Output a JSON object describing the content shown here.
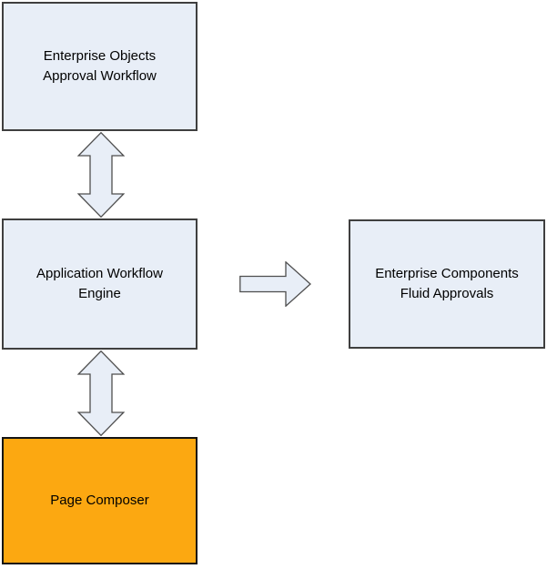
{
  "diagram": {
    "nodes": {
      "enterprise_objects": {
        "lines": [
          "Enterprise Objects",
          "Approval Workflow"
        ],
        "role": "standard"
      },
      "application_workflow": {
        "lines": [
          "Application Workflow",
          "Engine"
        ],
        "role": "standard"
      },
      "page_composer": {
        "lines": [
          "Page Composer"
        ],
        "role": "highlighted"
      },
      "enterprise_components": {
        "lines": [
          "Enterprise Components",
          "Fluid Approvals"
        ],
        "role": "standard"
      }
    },
    "connections": [
      {
        "from": "enterprise_objects",
        "to": "application_workflow",
        "style": "double-headed-vertical"
      },
      {
        "from": "application_workflow",
        "to": "page_composer",
        "style": "double-headed-vertical"
      },
      {
        "from": "application_workflow",
        "to": "enterprise_components",
        "style": "single-headed-right"
      }
    ]
  },
  "colors": {
    "background": "#FFFFFF",
    "node_fill": "#E8EEF7",
    "node_border": "#3F3F3F",
    "highlight_fill": "#FCA811",
    "highlight_border": "#141414",
    "arrow_fill": "#E8EEF7",
    "arrow_border": "#4E4E4E",
    "text": "#000000"
  }
}
